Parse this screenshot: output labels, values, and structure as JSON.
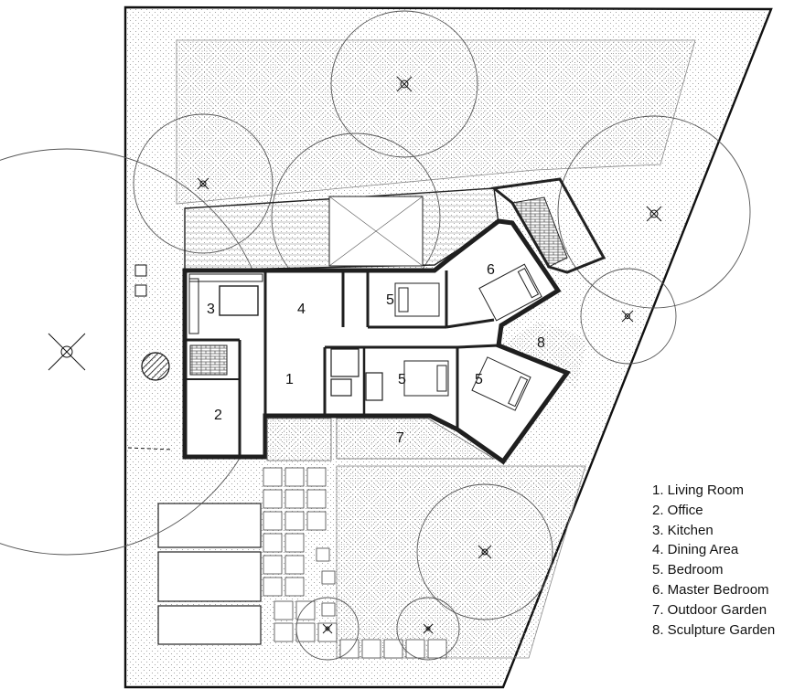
{
  "rooms": [
    {
      "number": "1",
      "name": "Living Room"
    },
    {
      "number": "2",
      "name": "Office"
    },
    {
      "number": "3",
      "name": "Kitchen"
    },
    {
      "number": "4",
      "name": "Dining Area"
    },
    {
      "number": "5",
      "name": "Bedroom"
    },
    {
      "number": "6",
      "name": "Master Bedroom"
    },
    {
      "number": "7",
      "name": "Outdoor Garden"
    },
    {
      "number": "8",
      "name": "Sculpture Garden"
    }
  ],
  "legend": [
    "1. Living Room",
    "2. Office",
    "3. Kitchen",
    "4. Dining Area",
    "5. Bedroom",
    "6. Master Bedroom",
    "7. Outdoor Garden",
    "8. Sculpture Garden"
  ],
  "colors": {
    "line": "#1a1a1a",
    "wall": "#2b2b2b",
    "dots": "#9a9a9a"
  }
}
